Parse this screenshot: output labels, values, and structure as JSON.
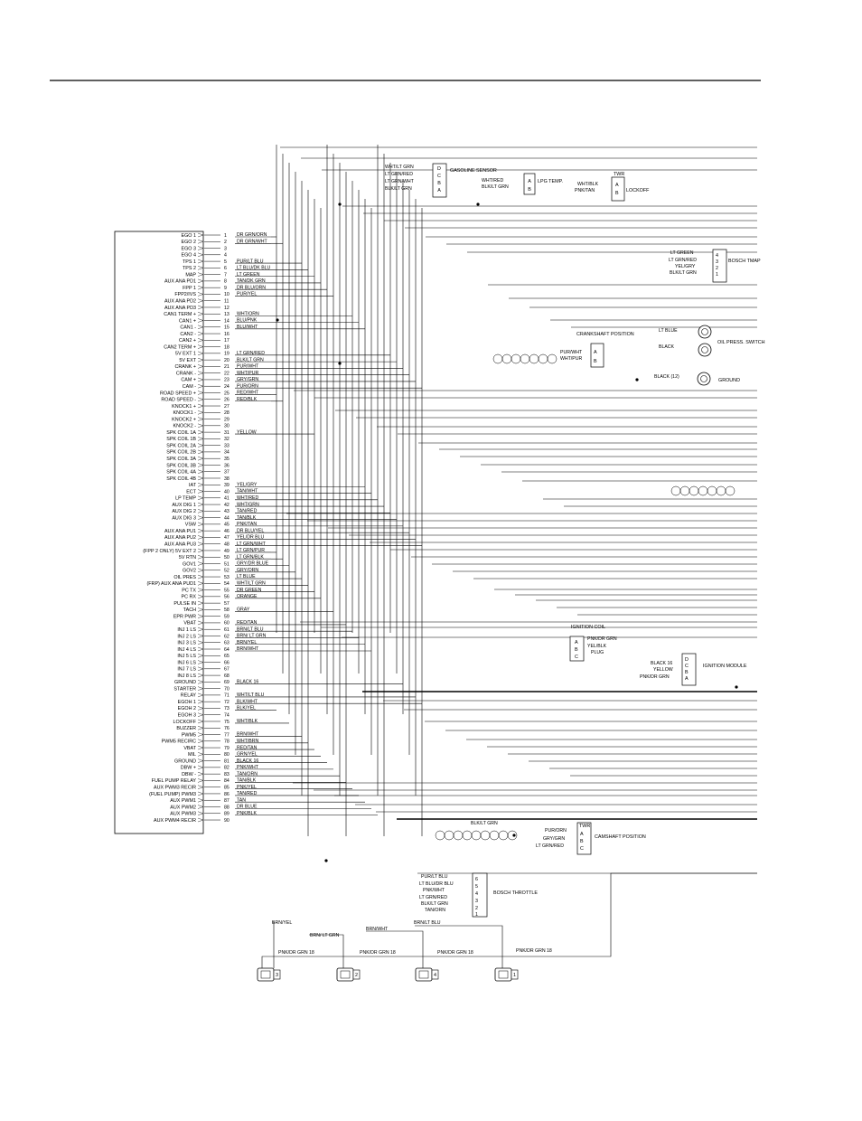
{
  "ecm": {
    "pins": [
      {
        "n": "1",
        "label": "EGO 1",
        "wire": "DR GRN/ORN"
      },
      {
        "n": "2",
        "label": "EGO 2",
        "wire": "DR GRN/WHT"
      },
      {
        "n": "3",
        "label": "EGO 3",
        "wire": ""
      },
      {
        "n": "4",
        "label": "EGO 4",
        "wire": ""
      },
      {
        "n": "5",
        "label": "TPS 1",
        "wire": "PUR/LT BLU"
      },
      {
        "n": "6",
        "label": "TPS 2",
        "wire": "LT BLU/DK BLU"
      },
      {
        "n": "7",
        "label": "MAP",
        "wire": "LT GREEN"
      },
      {
        "n": "8",
        "label": "AUX ANA PD1",
        "wire": "TAN/DK GRN"
      },
      {
        "n": "9",
        "label": "FPP 1",
        "wire": "DR BLU/ORN"
      },
      {
        "n": "10",
        "label": "FPP2/IVS",
        "wire": "PUR/YEL"
      },
      {
        "n": "11",
        "label": "AUX ANA PD2",
        "wire": ""
      },
      {
        "n": "12",
        "label": "AUX ANA PD3",
        "wire": ""
      },
      {
        "n": "13",
        "label": "CAN1 TERM +",
        "wire": "WHT/ORN"
      },
      {
        "n": "14",
        "label": "CAN1 +",
        "wire": "BLU/PNK"
      },
      {
        "n": "15",
        "label": "CAN1 -",
        "wire": "BLU/WHT"
      },
      {
        "n": "16",
        "label": "CAN2 -",
        "wire": ""
      },
      {
        "n": "17",
        "label": "CAN2 +",
        "wire": ""
      },
      {
        "n": "18",
        "label": "CAN2 TERM +",
        "wire": ""
      },
      {
        "n": "19",
        "label": "5V EXT 1",
        "wire": "LT GRN/RED"
      },
      {
        "n": "20",
        "label": "5V EXT",
        "wire": "BLK/LT GRN"
      },
      {
        "n": "21",
        "label": "CRANK +",
        "wire": "PUR/WHT"
      },
      {
        "n": "22",
        "label": "CRANK -",
        "wire": "WHT/PUR"
      },
      {
        "n": "23",
        "label": "CAM +",
        "wire": "GRY/GRN"
      },
      {
        "n": "24",
        "label": "CAM -",
        "wire": "PUR/ORN"
      },
      {
        "n": "25",
        "label": "ROAD SPEED +",
        "wire": "RED/WHT"
      },
      {
        "n": "26",
        "label": "ROAD SPEED -",
        "wire": "RED/BLK"
      },
      {
        "n": "27",
        "label": "KNOCK1 +",
        "wire": ""
      },
      {
        "n": "28",
        "label": "KNOCK1 -",
        "wire": ""
      },
      {
        "n": "29",
        "label": "KNOCK2 +",
        "wire": ""
      },
      {
        "n": "30",
        "label": "KNOCK2 -",
        "wire": ""
      },
      {
        "n": "31",
        "label": "SPK COIL 1A",
        "wire": "YELLOW"
      },
      {
        "n": "32",
        "label": "SPK COIL 1B",
        "wire": ""
      },
      {
        "n": "33",
        "label": "SPK COIL 2A",
        "wire": ""
      },
      {
        "n": "34",
        "label": "SPK COIL 2B",
        "wire": ""
      },
      {
        "n": "35",
        "label": "SPK COIL 3A",
        "wire": ""
      },
      {
        "n": "36",
        "label": "SPK COIL 3B",
        "wire": ""
      },
      {
        "n": "37",
        "label": "SPK COIL 4A",
        "wire": ""
      },
      {
        "n": "38",
        "label": "SPK COIL 4B",
        "wire": ""
      },
      {
        "n": "39",
        "label": "IAT",
        "wire": "YEL/GRY"
      },
      {
        "n": "40",
        "label": "ECT",
        "wire": "TAN/WHT"
      },
      {
        "n": "41",
        "label": "LP TEMP",
        "wire": "WHT/RED"
      },
      {
        "n": "42",
        "label": "AUX DIG 1",
        "wire": "WHT/GRN"
      },
      {
        "n": "43",
        "label": "AUX DIG 2",
        "wire": "TAN/RED"
      },
      {
        "n": "44",
        "label": "AUX DIG 3",
        "wire": "TAN/BLK"
      },
      {
        "n": "45",
        "label": "VSW",
        "wire": "PNK/TAN"
      },
      {
        "n": "46",
        "label": "AUX ANA PU1",
        "wire": "DR BLU/YEL"
      },
      {
        "n": "47",
        "label": "AUX ANA PU2",
        "wire": "YEL/DR BLU"
      },
      {
        "n": "48",
        "label": "AUX ANA PU3",
        "wire": "LT GRN/WHT"
      },
      {
        "n": "49",
        "label": "(FPP 2 ONLY) 5V EXT 2",
        "wire": "LT GRN/PUR"
      },
      {
        "n": "50",
        "label": "5V RTN",
        "wire": "LT GRN/BLK"
      },
      {
        "n": "51",
        "label": "GOV1",
        "wire": "GRY/DR BLUE"
      },
      {
        "n": "52",
        "label": "GOV2",
        "wire": "GRY/ORN"
      },
      {
        "n": "53",
        "label": "OIL PRES",
        "wire": "LT BLUE"
      },
      {
        "n": "54",
        "label": "(FRP) AUX ANA PUD1",
        "wire": "WHT/LT GRN"
      },
      {
        "n": "55",
        "label": "PC TX",
        "wire": "DR GREEN"
      },
      {
        "n": "56",
        "label": "PC RX",
        "wire": "ORANGE"
      },
      {
        "n": "57",
        "label": "PULSE IN",
        "wire": ""
      },
      {
        "n": "58",
        "label": "TACH",
        "wire": "GRAY"
      },
      {
        "n": "59",
        "label": "EPR PWR",
        "wire": ""
      },
      {
        "n": "60",
        "label": "VBAT",
        "wire": "RED/TAN"
      },
      {
        "n": "61",
        "label": "INJ 1 LS",
        "wire": "BRN/LT BLU"
      },
      {
        "n": "62",
        "label": "INJ 2 LS",
        "wire": "BRN/ LT GRN"
      },
      {
        "n": "63",
        "label": "INJ 3 LS",
        "wire": "BRN/YEL"
      },
      {
        "n": "64",
        "label": "INJ 4 LS",
        "wire": "BRN/WHT"
      },
      {
        "n": "65",
        "label": "INJ 5 LS",
        "wire": ""
      },
      {
        "n": "66",
        "label": "INJ 6 LS",
        "wire": ""
      },
      {
        "n": "67",
        "label": "INJ 7 LS",
        "wire": ""
      },
      {
        "n": "68",
        "label": "INJ 8 LS",
        "wire": ""
      },
      {
        "n": "69",
        "label": "GROUND",
        "wire": "BLACK 16"
      },
      {
        "n": "70",
        "label": "STARTER",
        "wire": ""
      },
      {
        "n": "71",
        "label": "RELAY",
        "wire": "WHT/LT BLU"
      },
      {
        "n": "72",
        "label": "EGOH 1",
        "wire": "BLK/WHT"
      },
      {
        "n": "73",
        "label": "EGOH 2",
        "wire": "BLK/YEL"
      },
      {
        "n": "74",
        "label": "EGOH 3",
        "wire": ""
      },
      {
        "n": "75",
        "label": "LOCKOFF",
        "wire": "WHT/BLK"
      },
      {
        "n": "76",
        "label": "BUZZER",
        "wire": ""
      },
      {
        "n": "77",
        "label": "PWM5",
        "wire": "BRN/WHT"
      },
      {
        "n": "78",
        "label": "PWM5 RECIRC",
        "wire": "WHT/BRN"
      },
      {
        "n": "79",
        "label": "VBAT",
        "wire": "RED/TAN"
      },
      {
        "n": "80",
        "label": "MIL",
        "wire": "GRN/YEL"
      },
      {
        "n": "81",
        "label": "GROUND",
        "wire": "BLACK 16"
      },
      {
        "n": "82",
        "label": "DBW +",
        "wire": "PNK/WHT"
      },
      {
        "n": "83",
        "label": "DBW -",
        "wire": "TAN/ORN"
      },
      {
        "n": "84",
        "label": "FUEL PUMP RELAY",
        "wire": "TAN/BLK"
      },
      {
        "n": "85",
        "label": "AUX PWM3 RECIR",
        "wire": "PNK/YEL"
      },
      {
        "n": "86",
        "label": "(FUEL PUMP) PWM3",
        "wire": "TAN/RED"
      },
      {
        "n": "87",
        "label": "AUX PWM1",
        "wire": "TAN"
      },
      {
        "n": "88",
        "label": "AUX PWM2",
        "wire": "DR BLUE"
      },
      {
        "n": "89",
        "label": "AUX PWM3",
        "wire": "PNK/BLK"
      },
      {
        "n": "90",
        "label": "AUX PWM4 RECIR",
        "wire": ""
      }
    ]
  },
  "gasoline_sensor": {
    "title": "GASOLINE SENSOR",
    "pins": [
      "D",
      "C",
      "B",
      "A"
    ],
    "wires": [
      "WHT/LT GRN",
      "LT GRN/RED",
      "LT GRN/WHT",
      "BLK/LT GRN"
    ]
  },
  "lpg_temp": {
    "title": "LPG TEMP.",
    "pins": [
      "A",
      "B"
    ],
    "wires": [
      "WHT/RED",
      "BLK/LT GRN"
    ]
  },
  "lockoff": {
    "title": "LOCKOFF",
    "header": "TWR",
    "pins": [
      "A",
      "B"
    ],
    "wires": [
      "WHT/BLK",
      "PNK/TAN"
    ]
  },
  "bosch_tmap": {
    "title": "BOSCH TMAP",
    "pins": [
      "4",
      "3",
      "2",
      "1"
    ],
    "wires": [
      "LT GREEN",
      "LT GRN/RED",
      "YEL/GRY",
      "BLK/LT GRN"
    ]
  },
  "crankshaft": {
    "title": "CRANKSHAFT POSITION",
    "pins": [
      "A",
      "B"
    ],
    "wires": [
      "PUR/WHT",
      "WHT/PUR"
    ]
  },
  "oil_press": {
    "title": "OIL PRESS. SWITCH",
    "wires": [
      "LT BLUE",
      "BLACK"
    ]
  },
  "ground": {
    "title": "GROUND",
    "wire": "BLACK (12)"
  },
  "ignition_coil": {
    "title": "IGNITION COIL",
    "pins": [
      "A",
      "B",
      "C"
    ],
    "wires": [
      "PNK/DR GRN",
      "YEL/BLK",
      "PLUG"
    ]
  },
  "ignition_module": {
    "title": "IGNITION MODULE",
    "pins": [
      "D",
      "C",
      "B",
      "A"
    ],
    "wires": [
      "BLACK 16",
      "YELLOW",
      "PNK/DR GRN"
    ]
  },
  "camshaft": {
    "title": "CAMSHAFT POSITION",
    "header": "TWR",
    "pins": [
      "A",
      "B",
      "C"
    ],
    "wires": [
      "BLK/LT GRN",
      "PUR/ORN",
      "GRY/GRN",
      "LT GRN/RED"
    ]
  },
  "bosch_throttle": {
    "title": "BOSCH THROTTLE",
    "pins": [
      "6",
      "5",
      "4",
      "3",
      "2",
      "1"
    ],
    "wires": [
      "PUR/LT BLU",
      "LT BLU/DR BLU",
      "PNK/WHT",
      "LT GRN/RED",
      "BLK/LT GRN",
      "TAN/ORN"
    ]
  },
  "injectors": {
    "feeds": [
      "BRN/YEL",
      "BRN/ LT GRN",
      "BRN/WHT",
      "BRN/LT BLU"
    ],
    "power": [
      "PNK/DR GRN 18",
      "PNK/DR GRN 18",
      "PNK/DR GRN 18",
      "PNK/DR GRN 18"
    ],
    "tags": [
      "3",
      "2",
      "4",
      "1"
    ]
  }
}
